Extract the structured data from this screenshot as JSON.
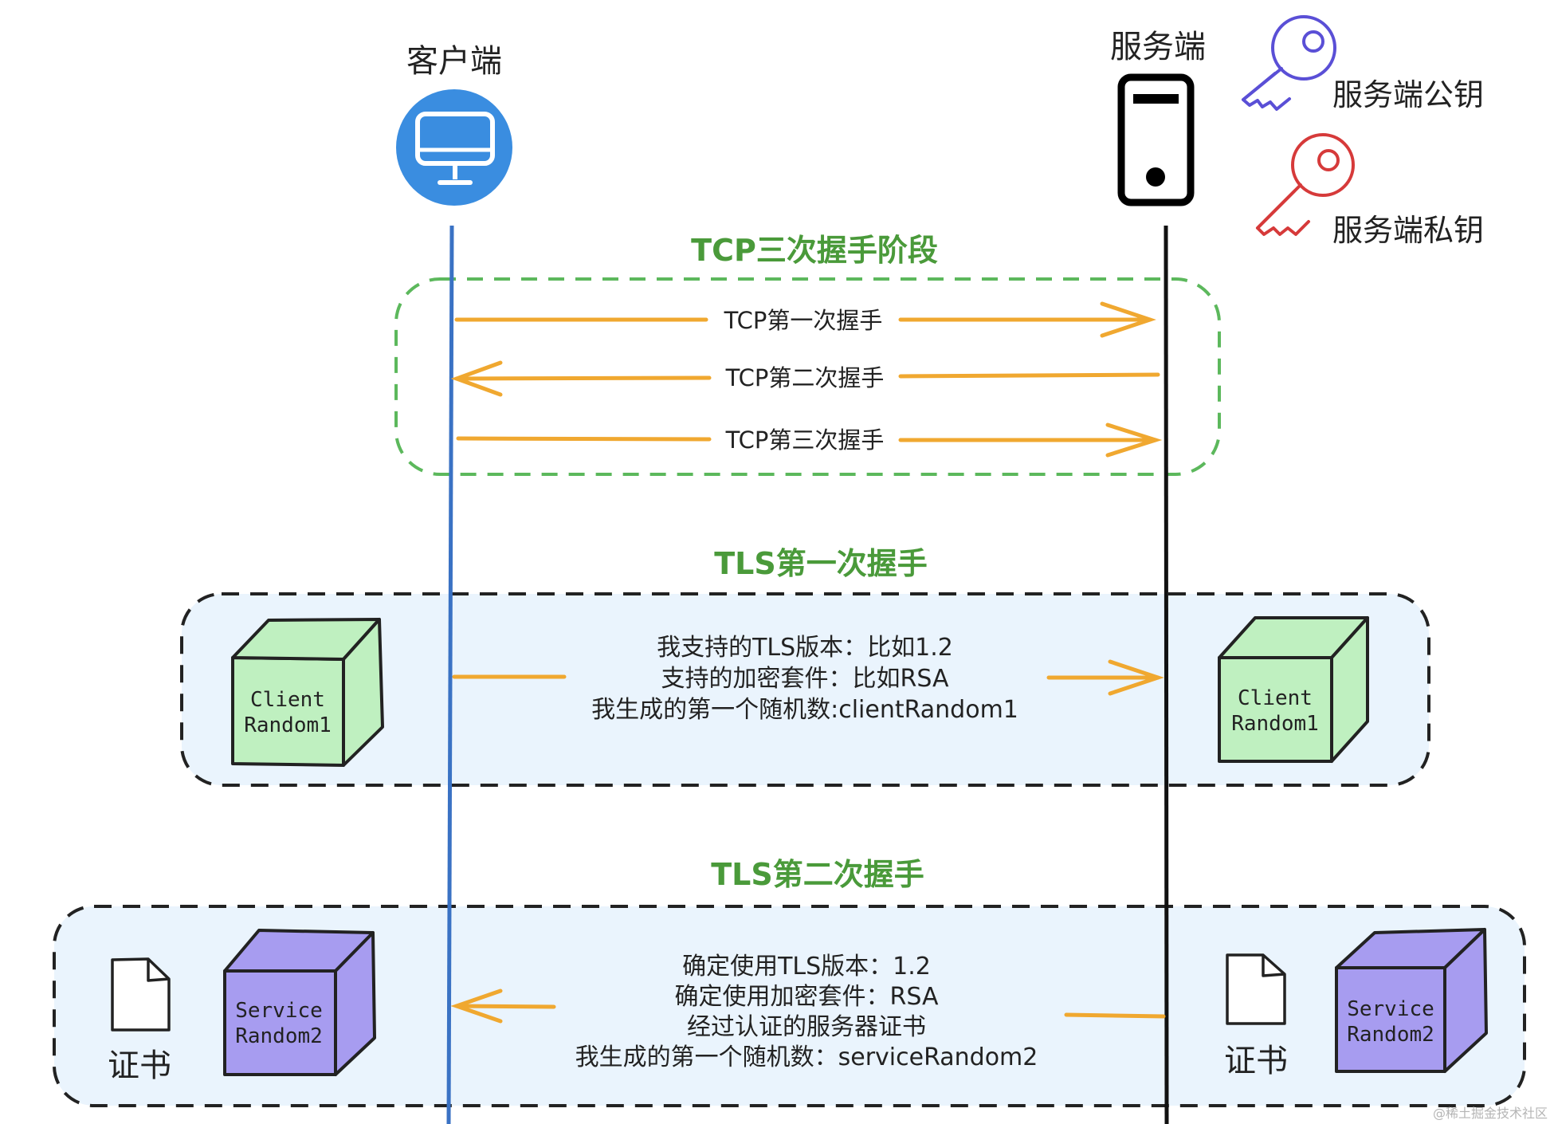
{
  "participants": {
    "client_label": "客户端",
    "server_label": "服务端"
  },
  "keys": {
    "public_key_label": "服务端公钥",
    "private_key_label": "服务端私钥",
    "public_key_color": "#5a4fd6",
    "private_key_color": "#d63a3a"
  },
  "tcp_section": {
    "title": "TCP三次握手阶段",
    "steps": [
      "TCP第一次握手",
      "TCP第二次握手",
      "TCP第三次握手"
    ]
  },
  "tls_first": {
    "title": "TLS第一次握手",
    "message_lines": [
      "我支持的TLS版本：比如1.2",
      "支持的加密套件：比如RSA",
      "我生成的第一个随机数:clientRandom1"
    ],
    "client_cube": [
      "Client",
      "Random1"
    ],
    "server_cube": [
      "Client",
      "Random1"
    ]
  },
  "tls_second": {
    "title": "TLS第二次握手",
    "message_lines": [
      "确定使用TLS版本：1.2",
      "确定使用加密套件：RSA",
      "经过认证的服务器证书",
      "我生成的第一个随机数：serviceRandom2"
    ],
    "client_cert_label": "证书",
    "server_cert_label": "证书",
    "client_cube": [
      "Service",
      "Random2"
    ],
    "server_cube": [
      "Service",
      "Random2"
    ]
  },
  "watermark": "@稀土掘金技术社区",
  "colors": {
    "client_line": "#3a72c4",
    "server_line": "#111111",
    "arrow": "#f0a830",
    "section_title": "#4a9a3a",
    "tcp_box_border": "#5cb85c",
    "tls_box_fill": "#eaf4fd",
    "client_random_fill": "#bff0c0",
    "service_random_fill": "#a79cf0",
    "client_icon_fill": "#3a8de0"
  }
}
